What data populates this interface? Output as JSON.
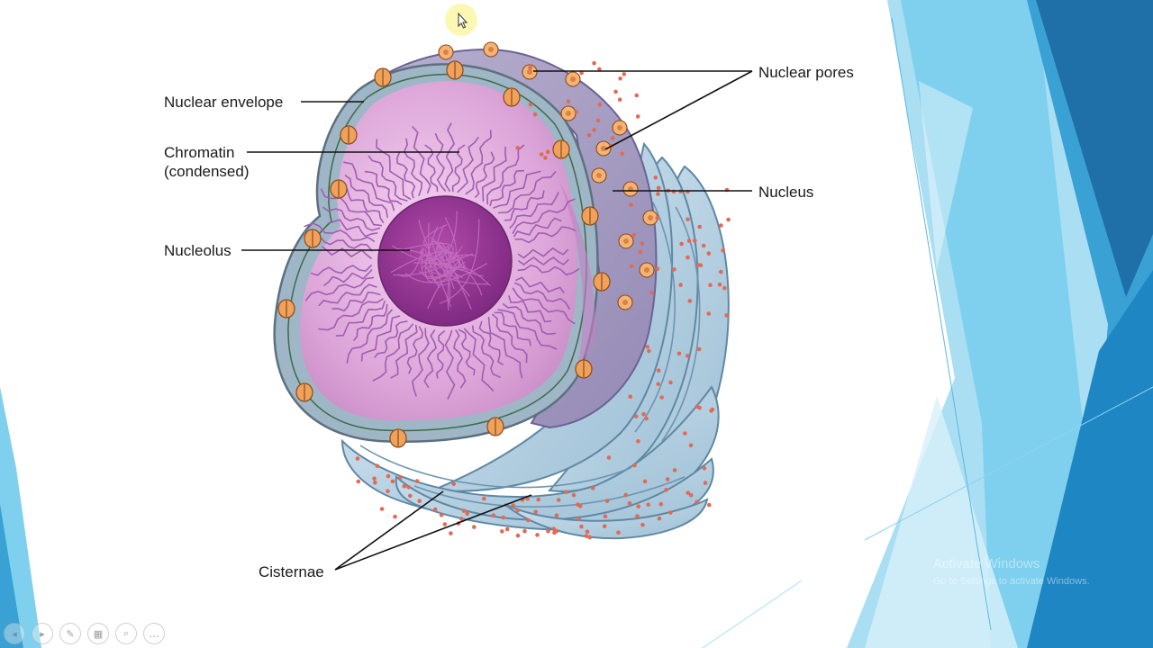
{
  "diagram": {
    "labels": {
      "nuclear_envelope": "Nuclear envelope",
      "chromatin_line1": "Chromatin",
      "chromatin_line2": "(condensed)",
      "nucleolus": "Nucleolus",
      "nuclear_pores": "Nuclear pores",
      "nucleus": "Nucleus",
      "cisternae": "Cisternae"
    }
  },
  "watermark": {
    "title": "Activate Windows",
    "subtitle": "Go to Settings to activate Windows."
  },
  "toolbar": {
    "buttons": [
      {
        "name": "prev-slide",
        "icon": "arrow-left-icon",
        "glyph": "◂"
      },
      {
        "name": "next-slide",
        "icon": "arrow-right-icon",
        "glyph": "▸"
      },
      {
        "name": "pen",
        "icon": "pen-icon",
        "glyph": "✎"
      },
      {
        "name": "slides",
        "icon": "slides-icon",
        "glyph": "▦"
      },
      {
        "name": "zoom",
        "icon": "magnifier-icon",
        "glyph": "⌕"
      },
      {
        "name": "more",
        "icon": "ellipsis-icon",
        "glyph": "…"
      }
    ]
  },
  "colors": {
    "accent_dark_blue": "#1f6fa8",
    "accent_light_blue": "#7fd0ee",
    "chromatin_purple": "#a35bb3",
    "nucleolus": "#8a2f90",
    "pore_orange": "#f0a25a",
    "er_blue": "#b7d1e1"
  }
}
